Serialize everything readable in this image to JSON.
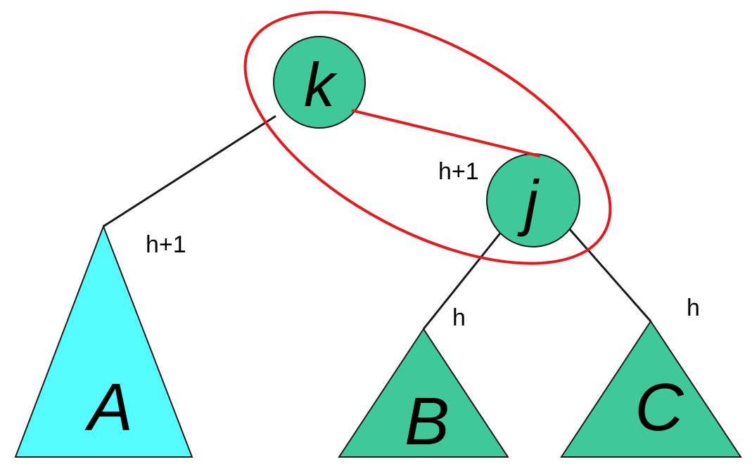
{
  "nodes": {
    "k": {
      "label": "k"
    },
    "j": {
      "label": "j"
    }
  },
  "subtrees": {
    "A": {
      "label": "A"
    },
    "B": {
      "label": "B"
    },
    "C": {
      "label": "C"
    }
  },
  "height_labels": {
    "subtree_a": "h+1",
    "node_j": "h+1",
    "subtree_b": "h",
    "subtree_c": "h"
  },
  "colors": {
    "node_fill": "#3fc99a",
    "subtree_a_fill": "#55fcfd",
    "subtree_bc_fill": "#3fc99a",
    "highlight": "#e8191c",
    "edge": "#1a1a1a"
  }
}
